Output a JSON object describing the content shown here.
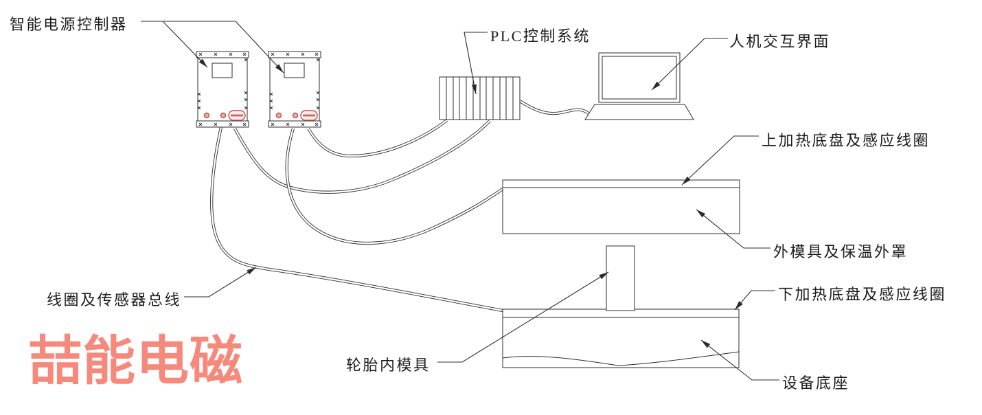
{
  "watermark": {
    "text": "喆能电磁",
    "color": "#F5897B"
  },
  "colors": {
    "line": "#2b2b2b",
    "connector_stroke": "#b5524f",
    "connector_fill": "#efaca8",
    "connector_line": "#cf6a66"
  },
  "labels": {
    "power_controller": "智能电源控制器",
    "plc": "PLC控制系统",
    "hmi": "人机交互界面",
    "upper_plate": "上加热底盘及感应线圈",
    "outer_mold": "外模具及保温外罩",
    "lower_plate": "下加热底盘及感应线圈",
    "tire_mold": "轮胎内模具",
    "sensor_bus": "线圈及传感器总线",
    "base": "设备底座"
  }
}
